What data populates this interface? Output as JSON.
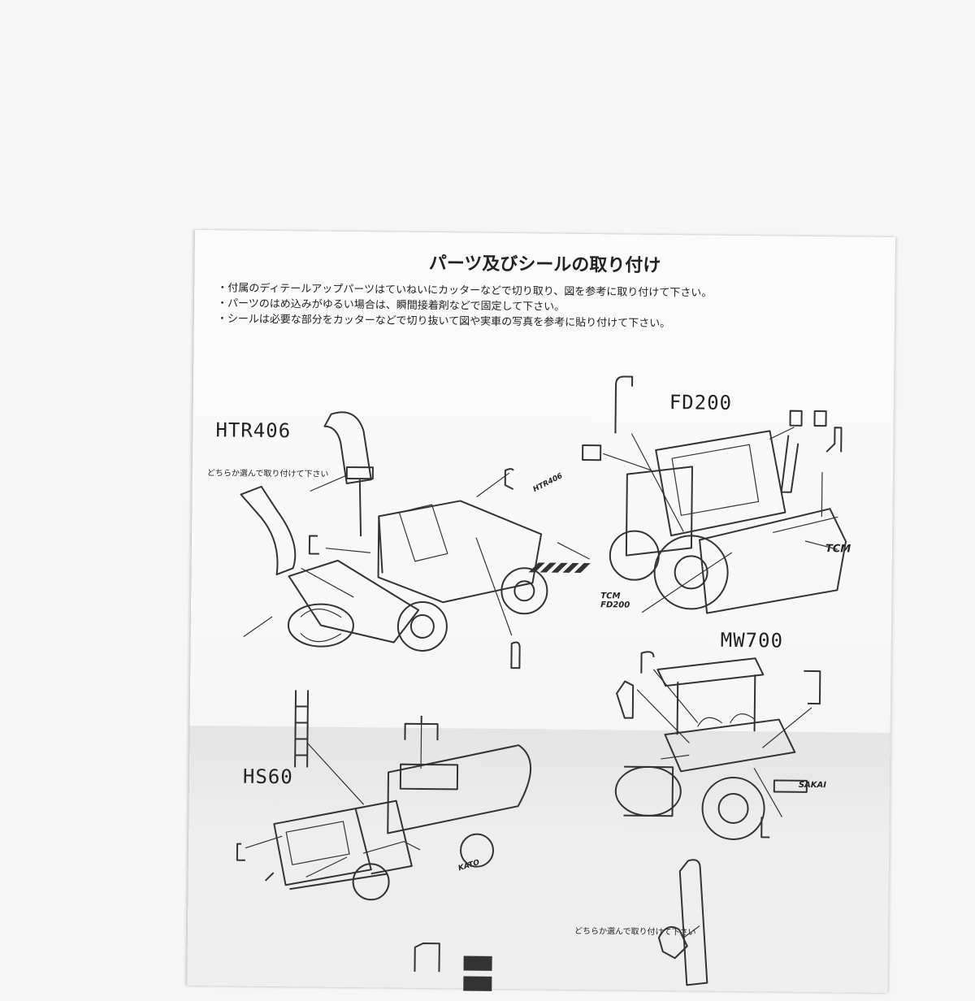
{
  "page": {
    "title": "パーツ及びシールの取り付け",
    "notes": [
      "・付属のディテールアップパーツはていねいにカッターなどで切り取り、図を参考に取り付けて下さい。",
      "・パーツのはめ込みがゆるい場合は、瞬間接着剤などで固定して下さい。",
      "・シールは必要な部分をカッターなどで切り抜いて図や実車の写真を参考に貼り付けて下さい。"
    ]
  },
  "diagrams": {
    "htr406": {
      "model": "HTR406",
      "note": "どちらか選んで取り付けて下さい",
      "decal": "HTR406"
    },
    "fd200": {
      "model": "FD200",
      "decal_brand": "TCM",
      "decal_label": "TCM FD200"
    },
    "mw700": {
      "model": "MW700",
      "decal": "SAKAI"
    },
    "hs60": {
      "model": "HS60",
      "decal": "KATO"
    },
    "bottom": {
      "note": "どちらか選んで取り付けて下さい"
    }
  },
  "colors": {
    "paper": "#fafafa",
    "ink": "#222222",
    "background": "#f6f6f6"
  }
}
